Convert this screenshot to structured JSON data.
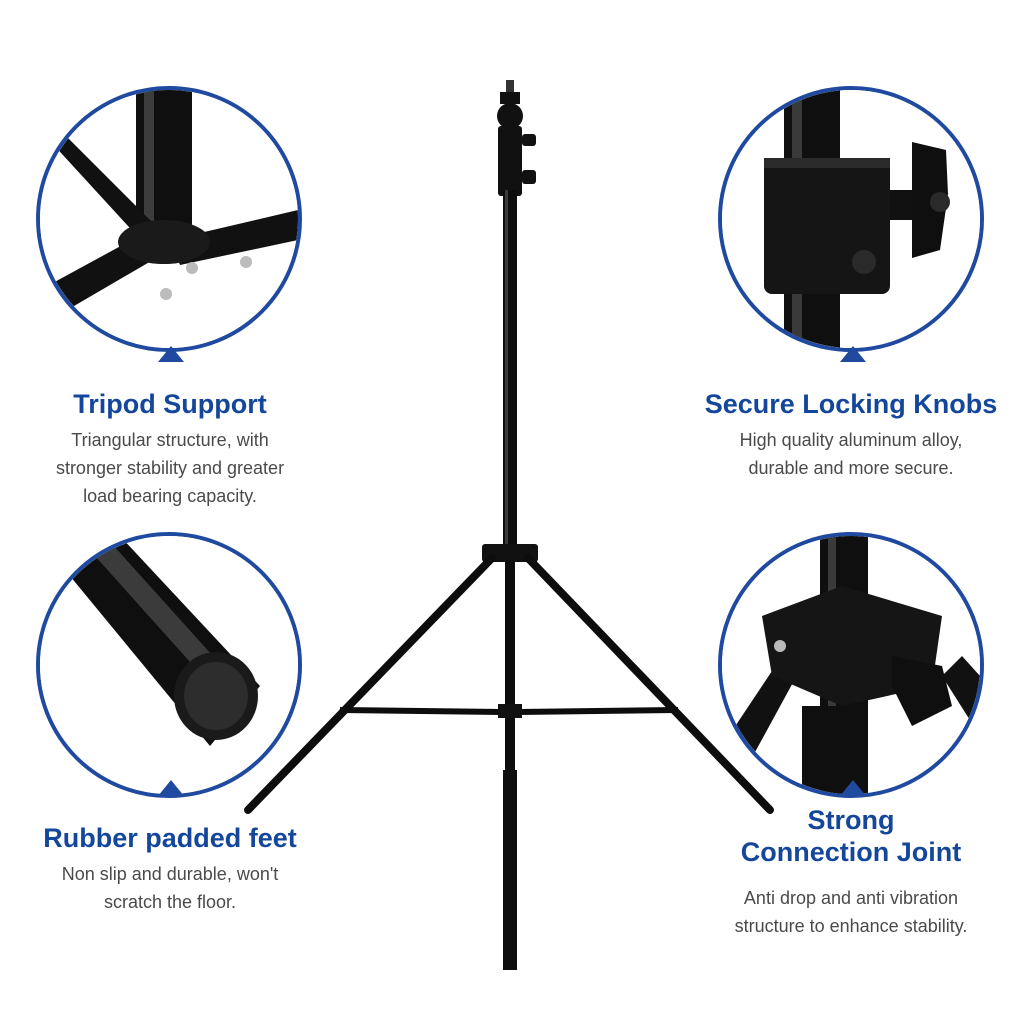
{
  "colors": {
    "accent": "#1f4aa0",
    "title": "#14479b",
    "body_text": "#4a4a4a",
    "metal": "#111111"
  },
  "features": {
    "tripod_support": {
      "title": "Tripod Support",
      "desc": [
        "Triangular structure, with",
        "stronger stability and greater",
        "load bearing capacity."
      ]
    },
    "secure_locking_knobs": {
      "title": "Secure Locking Knobs",
      "desc": [
        "High quality aluminum alloy,",
        "durable and more secure."
      ]
    },
    "rubber_padded_feet": {
      "title": "Rubber padded feet",
      "desc": [
        "Non slip and durable, won't",
        "scratch the floor."
      ]
    },
    "strong_connection_joint": {
      "title": [
        "Strong",
        "Connection Joint"
      ],
      "desc": [
        "Anti drop and anti vibration",
        "structure to enhance stability."
      ]
    }
  }
}
